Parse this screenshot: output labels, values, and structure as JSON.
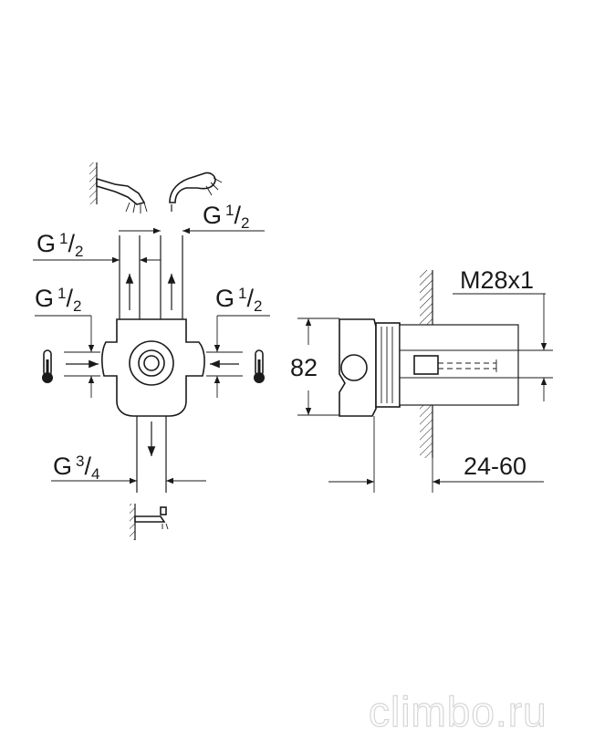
{
  "front_view": {
    "top_left": {
      "g": "G",
      "num": "1",
      "den": "2"
    },
    "top_right": {
      "g": "G",
      "num": "1",
      "den": "2"
    },
    "left": {
      "g": "G",
      "num": "1",
      "den": "2"
    },
    "right": {
      "g": "G",
      "num": "1",
      "den": "2"
    },
    "bottom": {
      "g": "G",
      "num": "3",
      "den": "4"
    },
    "icons": [
      "wall-shower-head-icon",
      "hand-shower-icon",
      "thermometer-icon",
      "thermometer-icon",
      "bath-spout-icon"
    ]
  },
  "side_view": {
    "thread": "M28x1",
    "height": "82",
    "depth_range": "24-60"
  },
  "watermark": "climbo.ru"
}
